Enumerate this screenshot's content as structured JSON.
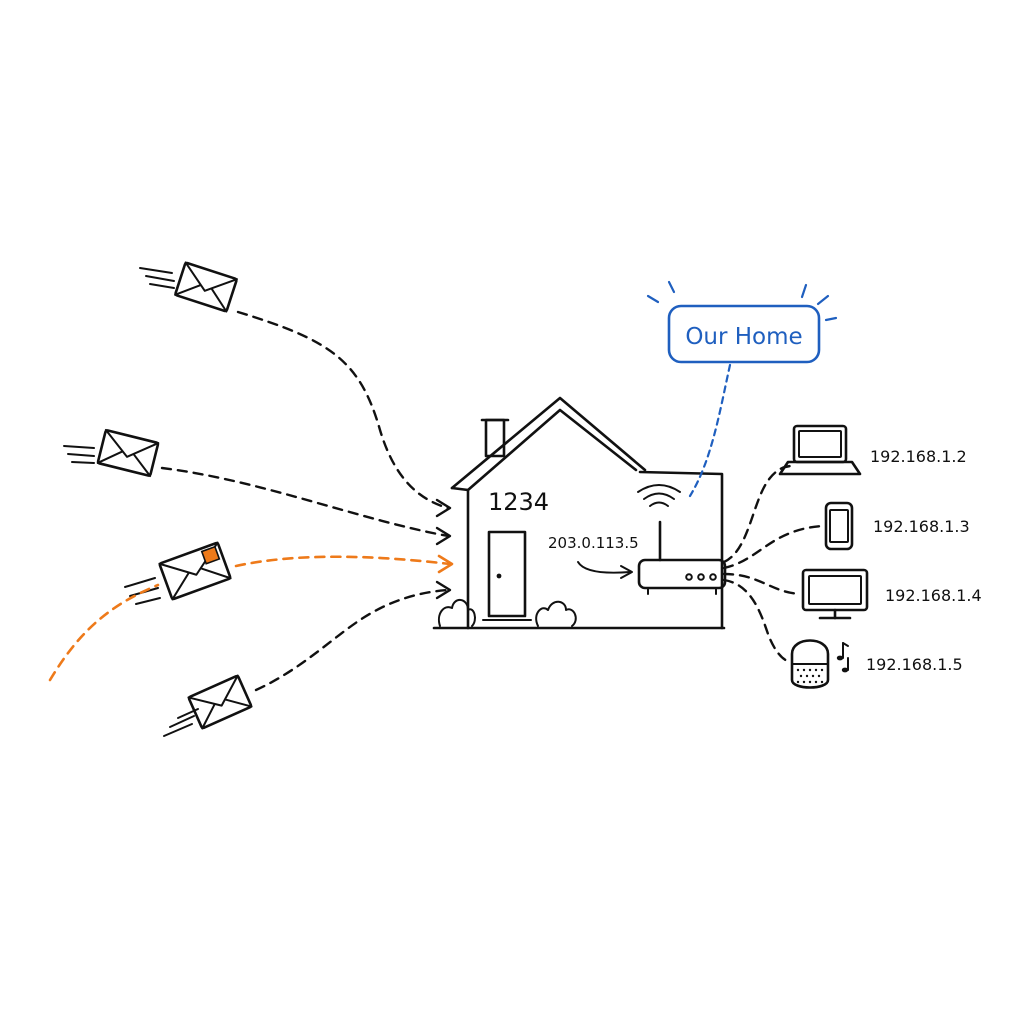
{
  "house": {
    "number": "1234",
    "public_ip": "203.0.113.5"
  },
  "callout": {
    "label": "Our Home"
  },
  "colors": {
    "ink": "#111111",
    "accent_blue": "#1f5fbf",
    "accent_orange": "#ee7a1a"
  },
  "envelopes": [
    {
      "icon": "envelope-icon"
    },
    {
      "icon": "envelope-icon"
    },
    {
      "icon": "envelope-with-stamp-icon",
      "highlight": true
    },
    {
      "icon": "envelope-icon"
    }
  ],
  "devices": [
    {
      "icon": "laptop-icon",
      "ip": "192.168.1.2"
    },
    {
      "icon": "phone-icon",
      "ip": "192.168.1.3"
    },
    {
      "icon": "monitor-icon",
      "ip": "192.168.1.4"
    },
    {
      "icon": "smart-speaker-icon",
      "ip": "192.168.1.5"
    }
  ]
}
